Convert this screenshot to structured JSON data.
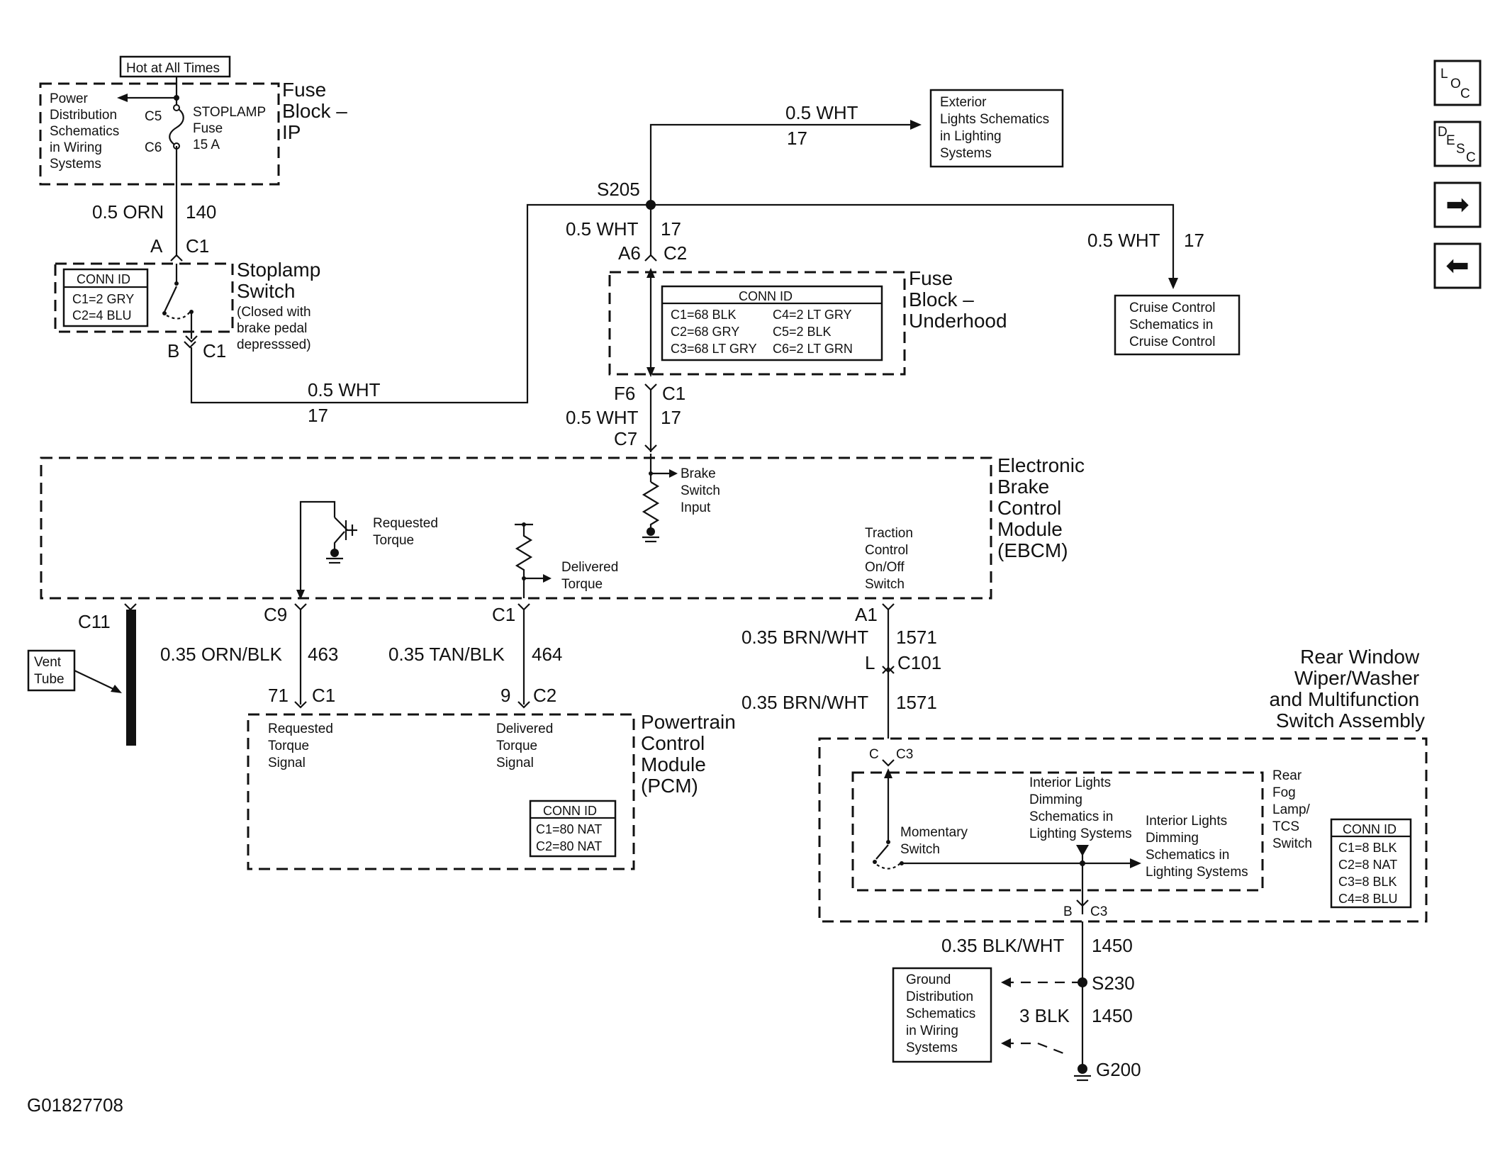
{
  "fuse_ip": {
    "hot_label": "Hot at All Times",
    "power_ref": [
      "Power",
      "Distribution",
      "Schematics",
      "in Wiring",
      "Systems"
    ],
    "c5": "C5",
    "c6": "C6",
    "fuse_name": [
      "STOPLAMP",
      "Fuse",
      "15 A"
    ],
    "block_title": [
      "Fuse",
      "Block –",
      "IP"
    ]
  },
  "wires": {
    "orn_gauge": "0.5 ORN",
    "orn_circuit": "140",
    "wht_gauge": "0.5 WHT",
    "wht_circuit": "17",
    "orn_blk_gauge": "0.35 ORN/BLK",
    "orn_blk_circuit": "463",
    "tan_blk_gauge": "0.35 TAN/BLK",
    "tan_blk_circuit": "464",
    "brn_wht_gauge": "0.35 BRN/WHT",
    "brn_wht_circuit": "1571",
    "blk_wht_gauge": "0.35 BLK/WHT",
    "blk_wht_circuit": "1450",
    "blk3_gauge": "3 BLK",
    "blk3_circuit": "1450"
  },
  "stoplamp_switch": {
    "pin_a": "A",
    "pin_b": "B",
    "conn": "C1",
    "conn_id_title": "CONN ID",
    "conn_id_rows": [
      "C1=2 GRY",
      "C2=4 BLU"
    ],
    "title": [
      "Stoplamp",
      "Switch"
    ],
    "note": [
      "(Closed with",
      "brake pedal",
      "depresssed)"
    ]
  },
  "splices": {
    "s205": "S205",
    "s230": "S230",
    "g200": "G200"
  },
  "exterior_ref": [
    "Exterior",
    "Lights Schematics",
    "in Lighting",
    "Systems"
  ],
  "cruise_ref": [
    "Cruise Control",
    "Schematics in",
    "Cruise Control"
  ],
  "fuse_underhood": {
    "pin_a6": "A6",
    "conn_c2": "C2",
    "pin_f6": "F6",
    "conn_c1": "C1",
    "title": [
      "Fuse",
      "Block –",
      "Underhood"
    ],
    "conn_id_title": "CONN ID",
    "conn_id_rows": [
      [
        "C1=68 BLK",
        "C4=2 LT GRY"
      ],
      [
        "C2=68 GRY",
        "C5=2 BLK"
      ],
      [
        "C3=68 LT GRY",
        "C6=2 LT GRN"
      ]
    ]
  },
  "ebcm": {
    "pin_c7": "C7",
    "title": [
      "Electronic",
      "Brake",
      "Control",
      "Module",
      "(EBCM)"
    ],
    "brake_input": [
      "Brake",
      "Switch",
      "Input"
    ],
    "requested_torque": [
      "Requested",
      "Torque"
    ],
    "delivered_torque": [
      "Delivered",
      "Torque"
    ],
    "traction": [
      "Traction",
      "Control",
      "On/Off",
      "Switch"
    ],
    "pin_c9": "C9",
    "pin_c1": "C1",
    "pin_a1": "A1",
    "pin_c11": "C11"
  },
  "vent_tube": [
    "Vent",
    "Tube"
  ],
  "pcm": {
    "pin_71": "71",
    "conn_c1": "C1",
    "pin_9": "9",
    "conn_c2": "C2",
    "req_signal": [
      "Requested",
      "Torque",
      "Signal"
    ],
    "del_signal": [
      "Delivered",
      "Torque",
      "Signal"
    ],
    "title": [
      "Powertrain",
      "Control",
      "Module",
      "(PCM)"
    ],
    "conn_id_title": "CONN ID",
    "conn_id_rows": [
      "C1=80 NAT",
      "C2=80 NAT"
    ]
  },
  "c101": {
    "pin_l": "L",
    "conn": "C101"
  },
  "rear_switch": {
    "title": [
      "Rear Window",
      "Wiper/Washer",
      "and Multifunction",
      "Switch Assembly"
    ],
    "pin_c": "C",
    "conn_c3": "C3",
    "pin_b": "B",
    "momentary": [
      "Momentary",
      "Switch"
    ],
    "dimming_top": [
      "Interior Lights",
      "Dimming",
      "Schematics in",
      "Lighting Systems"
    ],
    "dimming_right": [
      "Interior Lights",
      "Dimming",
      "Schematics in",
      "Lighting Systems"
    ],
    "fog_label": [
      "Rear",
      "Fog",
      "Lamp/",
      "TCS",
      "Switch"
    ],
    "conn_id_title": "CONN ID",
    "conn_id_rows": [
      "C1=8 BLK",
      "C2=8 NAT",
      "C3=8 BLK",
      "C4=8 BLU"
    ]
  },
  "ground_ref": [
    "Ground",
    "Distribution",
    "Schematics",
    "in Wiring",
    "Systems"
  ],
  "figure_id": "G01827708",
  "nav": {
    "loc": [
      "L",
      "O",
      "C"
    ],
    "desc": [
      "D",
      "E",
      "S",
      "C"
    ],
    "next_glyph": "➡",
    "prev_glyph": "⬅"
  }
}
